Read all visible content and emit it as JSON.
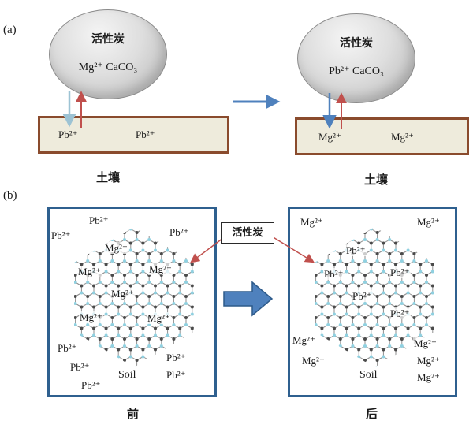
{
  "panel_a": {
    "label": "(a)",
    "left": {
      "carbon_title": "活性炭",
      "carbon_ions": "Mg²⁺ CaCO₃",
      "soil_ions": [
        "Pb²⁺",
        "Pb²⁺"
      ],
      "caption": "土壤"
    },
    "right": {
      "carbon_title": "活性炭",
      "carbon_ions": "Pb²⁺ CaCO₃",
      "soil_ions": [
        "Mg²⁺",
        "Mg²⁺"
      ],
      "caption": "土壤"
    }
  },
  "panel_b": {
    "label": "(b)",
    "callout": "活性炭",
    "before": {
      "outer": [
        "Pb²⁺",
        "Pb²⁺",
        "Pb²⁺",
        "Pb²⁺",
        "Pb²⁺",
        "Pb²⁺",
        "Pb²⁺",
        "Pb²⁺"
      ],
      "inner": [
        "Mg²⁺",
        "Mg²⁺",
        "Mg²⁺",
        "Mg²⁺",
        "Mg²⁺",
        "Mg²⁺"
      ],
      "soil": "Soil",
      "caption": "前"
    },
    "after": {
      "outer": [
        "Mg²⁺",
        "Mg²⁺",
        "Mg²⁺",
        "Mg²⁺",
        "Mg²⁺",
        "Mg²⁺",
        "Mg²⁺"
      ],
      "inner": [
        "Pb²⁺",
        "Pb²⁺",
        "Pb²⁺",
        "Pb²⁺",
        "Pb²⁺"
      ],
      "soil": "Soil",
      "caption": "后"
    }
  },
  "colors": {
    "arrow_blue": "#4f81bd",
    "arrow_red": "#c0504d",
    "arrow_cyan": "#9dc3d4",
    "soil_fill": "#eeebdc",
    "soil_border": "#8a4b2d",
    "box_border": "#2f608f",
    "atom_dark": "#4a4a4a",
    "atom_cyan": "#8fd0e0"
  }
}
